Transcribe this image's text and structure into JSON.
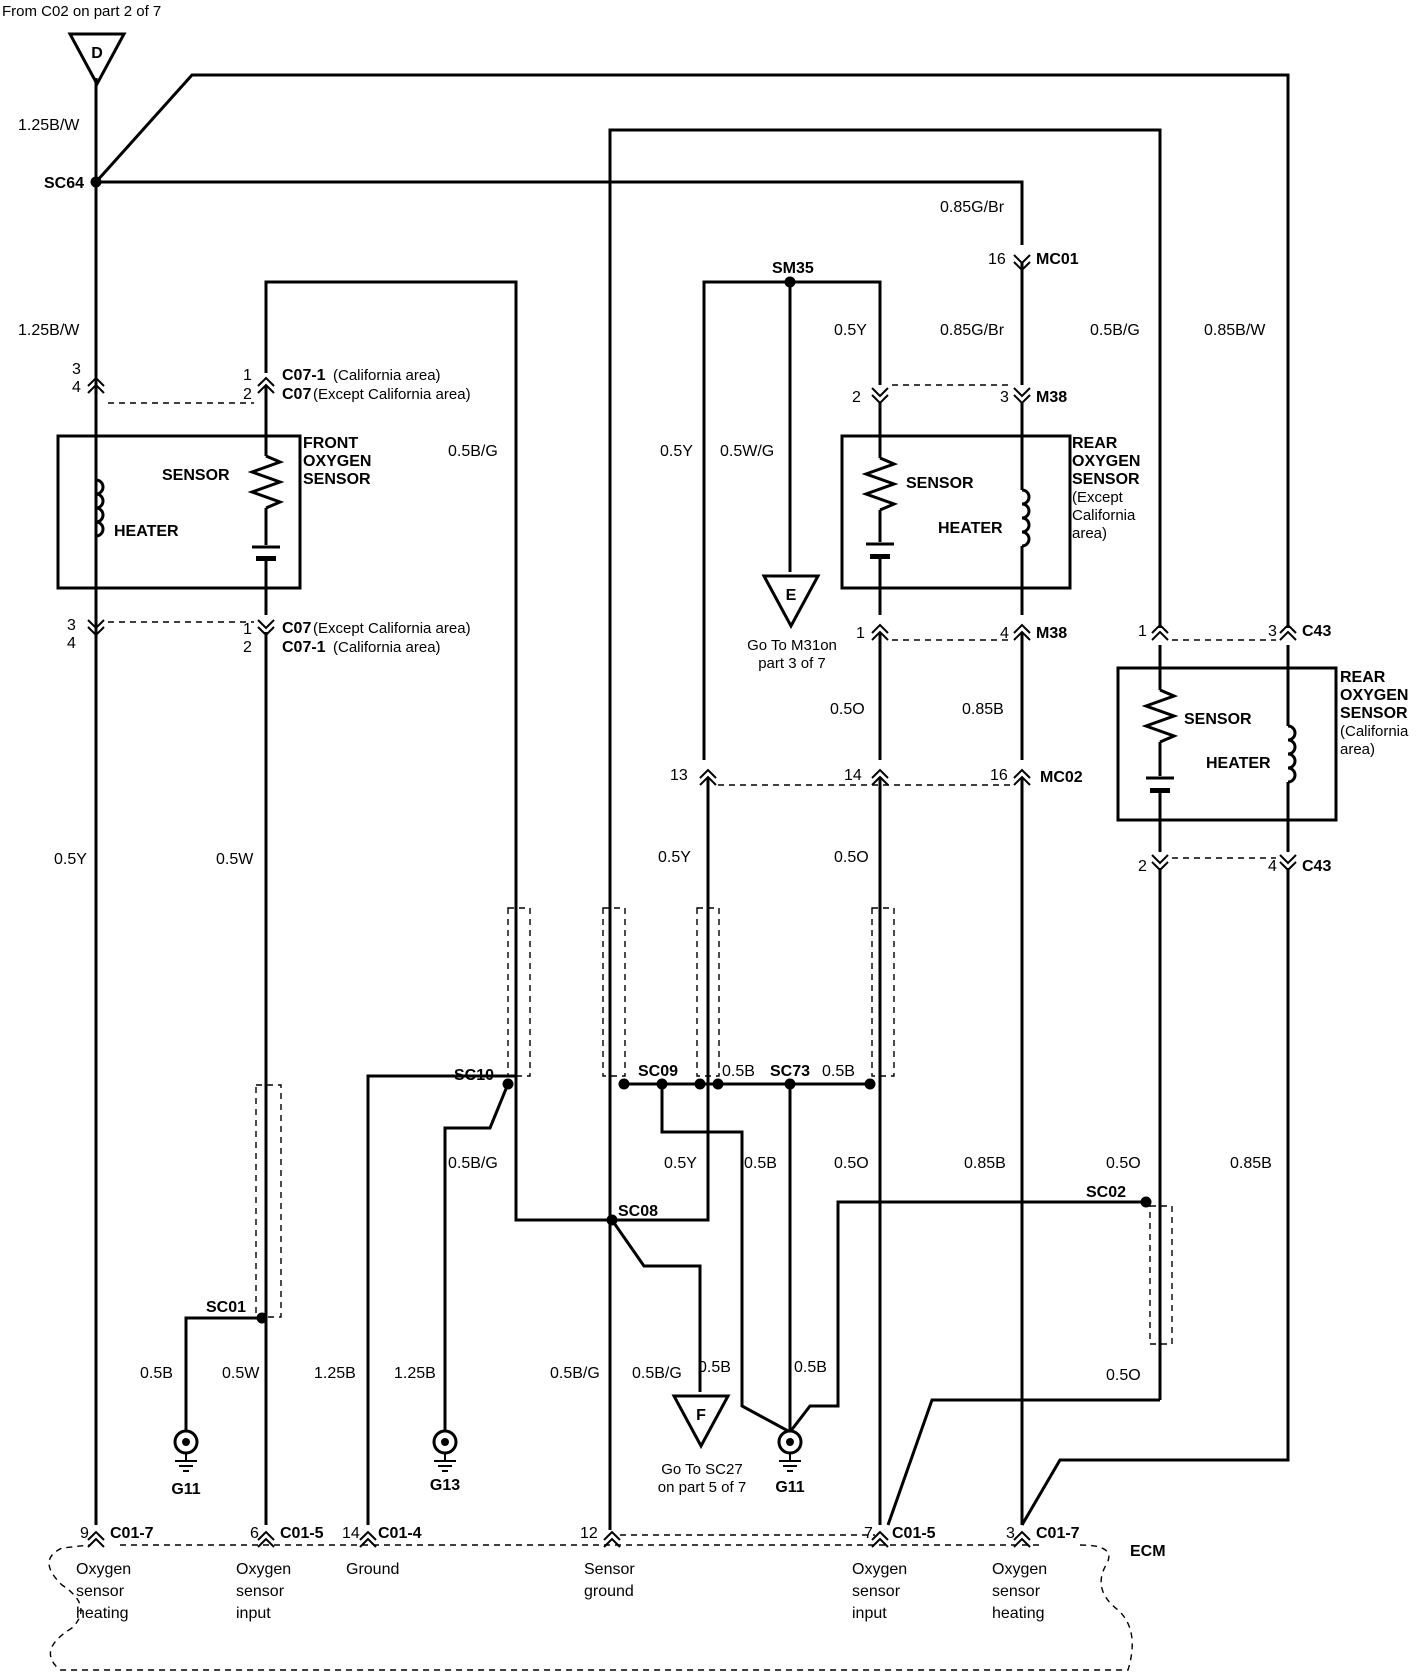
{
  "header": {
    "source_note": "From C02 on part 2 of 7"
  },
  "offpage": {
    "d": {
      "letter": "D"
    },
    "e": {
      "letter": "E",
      "note1": "Go To M31on",
      "note2": "part 3 of 7"
    },
    "f": {
      "letter": "F",
      "note1": "Go To SC27",
      "note2": "on part 5 of 7"
    }
  },
  "splices": {
    "sc64": "SC64",
    "sm35": "SM35",
    "sc10": "SC10",
    "sc09": "SC09",
    "sc73": "SC73",
    "sc08": "SC08",
    "sc01": "SC01",
    "sc02": "SC02"
  },
  "connectors": {
    "c07_1_top": "C07-1",
    "c07_1_top_note": "(California area)",
    "c07_top": "C07",
    "c07_top_note": "(Except California area)",
    "c07_bot": "C07",
    "c07_bot_note": "(Except California area)",
    "c07_1_bot": "C07-1",
    "c07_1_bot_note": "(California area)",
    "mc01": "MC01",
    "m38_top": "M38",
    "m38_bot": "M38",
    "mc02": "MC02",
    "c43_top": "C43",
    "c43_bot": "C43",
    "c01_7_left": "C01-7",
    "c01_5_left": "C01-5",
    "c01_4": "C01-4",
    "c01_5_right": "C01-5",
    "c01_7_right": "C01-7"
  },
  "pins": {
    "p3a": "3",
    "p4a": "4",
    "p1a": "1",
    "p2a": "2",
    "p3b": "3",
    "p4b": "4",
    "p1b": "1",
    "p2b": "2",
    "p16a": "16",
    "p2c": "2",
    "p3c": "3",
    "p1c": "1",
    "p4c": "4",
    "p13": "13",
    "p14": "14",
    "p16b": "16",
    "p1d": "1",
    "p3d": "3",
    "p2d": "2",
    "p4d": "4",
    "p9": "9",
    "p6": "6",
    "p14b": "14",
    "p12": "12",
    "p7": "7",
    "p3e": "3"
  },
  "wires": {
    "w1": "1.25B/W",
    "w2": "1.25B/W",
    "w3": "0.85G/Br",
    "w4": "0.5Y",
    "w5": "0.85G/Br",
    "w6": "0.5B/G",
    "w7": "0.85B/W",
    "w8": "0.5B/G",
    "w9": "0.5Y",
    "w10": "0.5W/G",
    "w11": "0.5O",
    "w12": "0.85B",
    "w13": "0.5Y",
    "w14": "0.5W",
    "w15": "0.5Y",
    "w16": "0.5O",
    "w17": "0.5B",
    "w18": "0.5B",
    "w19": "0.5B/G",
    "w20": "0.5Y",
    "w21": "0.5B",
    "w22": "0.5O",
    "w23": "0.85B",
    "w24": "0.5O",
    "w25": "0.85B",
    "w26": "0.5B",
    "w27": "0.5W",
    "w28": "1.25B",
    "w29": "1.25B",
    "w30": "0.5B/G",
    "w31": "0.5B/G",
    "w32": "0.5B",
    "w33": "0.5B",
    "w34": "0.5O"
  },
  "components": {
    "front": {
      "l1": "FRONT",
      "l2": "OXYGEN",
      "l3": "SENSOR",
      "sensor": "SENSOR",
      "heater": "HEATER"
    },
    "rear_ex": {
      "l1": "REAR",
      "l2": "OXYGEN",
      "l3": "SENSOR",
      "l4": "(Except",
      "l5": "California",
      "l6": "area)",
      "sensor": "SENSOR",
      "heater": "HEATER"
    },
    "rear_ca": {
      "l1": "REAR",
      "l2": "OXYGEN",
      "l3": "SENSOR",
      "l4": "(California",
      "l5": "area)",
      "sensor": "SENSOR",
      "heater": "HEATER"
    }
  },
  "grounds": {
    "g11a": "G11",
    "g13": "G13",
    "g11b": "G11"
  },
  "ecm": {
    "label": "ECM",
    "t1a": "Oxygen",
    "t1b": "sensor",
    "t1c": "heating",
    "t2a": "Oxygen",
    "t2b": "sensor",
    "t2c": "input",
    "t3a": "Ground",
    "t4a": "Sensor",
    "t4b": "ground",
    "t5a": "Oxygen",
    "t5b": "sensor",
    "t5c": "input",
    "t6a": "Oxygen",
    "t6b": "sensor",
    "t6c": "heating"
  }
}
